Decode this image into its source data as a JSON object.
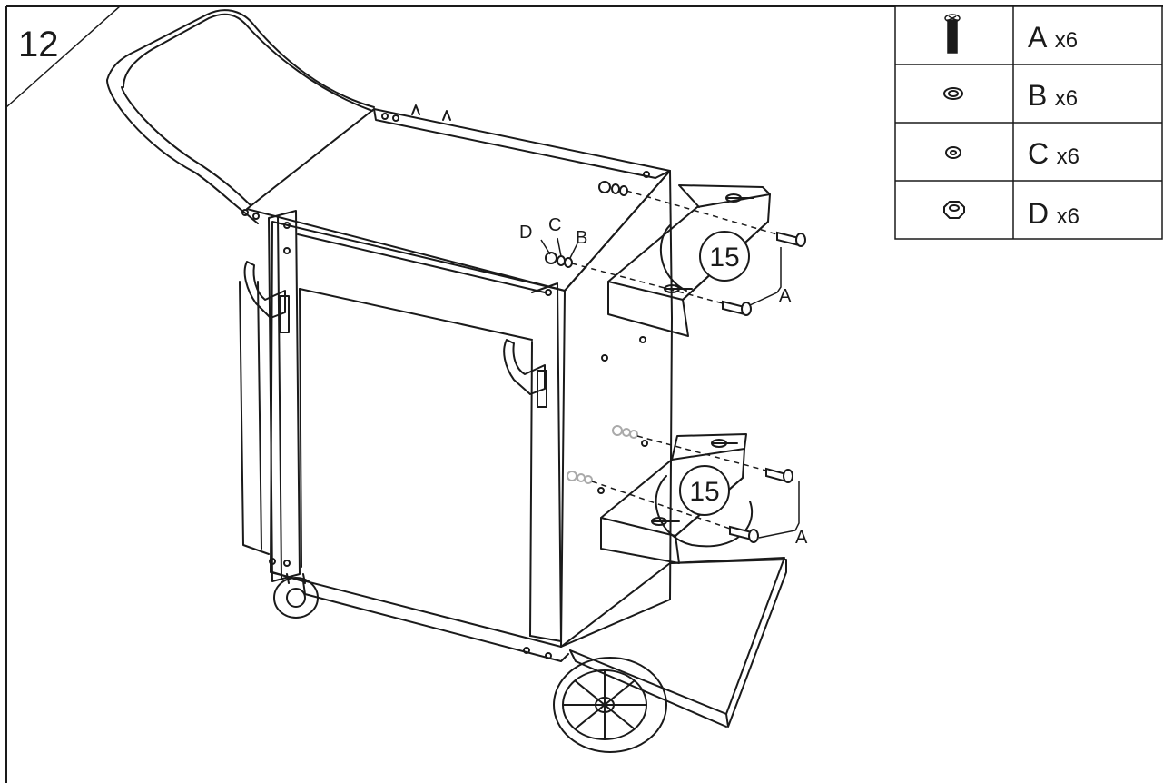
{
  "step": {
    "number": "12"
  },
  "callouts": [
    {
      "id": "bracket-upper",
      "label": "15"
    },
    {
      "id": "bracket-lower",
      "label": "15"
    }
  ],
  "hardware_labels": {
    "D": "D",
    "C": "C",
    "B": "B",
    "A_upper": "A",
    "A_lower": "A"
  },
  "parts": [
    {
      "icon": "bolt-icon",
      "letter": "A",
      "qty": "x6"
    },
    {
      "icon": "flat-washer-icon",
      "letter": "B",
      "qty": "x6"
    },
    {
      "icon": "spring-washer-icon",
      "letter": "C",
      "qty": "x6"
    },
    {
      "icon": "hex-nut-icon",
      "letter": "D",
      "qty": "x6"
    }
  ],
  "colors": {
    "line": "#1a1a1a",
    "background": "#ffffff"
  }
}
